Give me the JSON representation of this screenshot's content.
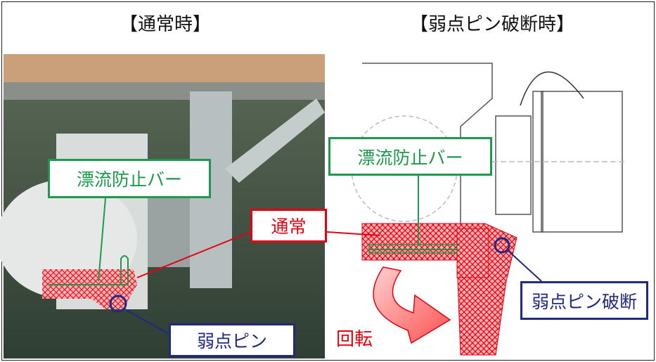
{
  "titles": {
    "normal": "【通常時】",
    "broken": "【弱点ピン破断時】"
  },
  "labels": {
    "drift_bar": "漂流防止バー",
    "normal": "通常",
    "weak_pin": "弱点ピン",
    "weak_pin_broken": "弱点ピン破断",
    "rotation": "回転"
  },
  "colors": {
    "green": "#1a9a4a",
    "red": "#e60012",
    "navy": "#1f2a80"
  }
}
